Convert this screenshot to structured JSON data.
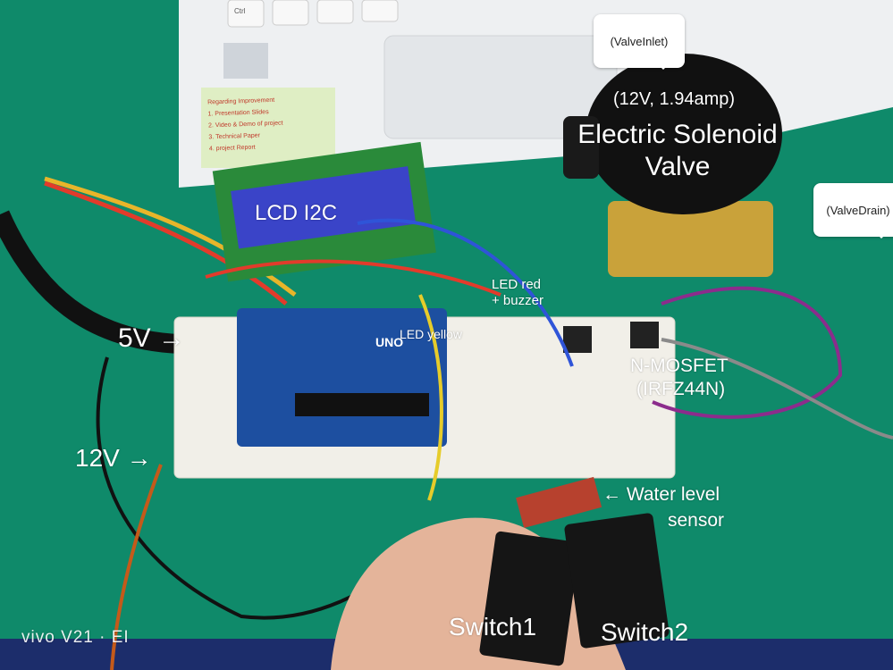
{
  "annotations": {
    "valve_inlet": "(ValveInlet)",
    "valve_rating": "(12V, 1.94amp)",
    "valve_title_line1": "Electric Solenoid",
    "valve_title_line2": "Valve",
    "valve_drain": "(ValveDrain)",
    "lcd": "LCD I2C",
    "five_volt": "5V →",
    "led_red_line1": "LED red",
    "led_red_line2": "+ buzzer",
    "led_yellow": "LED yellow",
    "mosfet_line1": "N-MOSFET",
    "mosfet_line2": "(IRFZ44N)",
    "twelve_volt": "12V →",
    "water_line1": "← Water level",
    "water_line2": "sensor",
    "switch1": "Switch1",
    "switch2": "Switch2"
  },
  "sticky_note": {
    "title": "Regarding Improvement",
    "items": [
      "1. Presentation Slides",
      "2. Video & Demo of project",
      "3. Technical Paper",
      "4. project Report"
    ]
  },
  "board_labels": {
    "arduino": "UNO",
    "keyboard_key": "Ctrl"
  },
  "watermark": "vivo V21 · EI",
  "colors": {
    "mat": "#0f8a6a",
    "laptop": "#eef0f2",
    "breadboard": "#f1efe8",
    "arduino": "#1d4fa0",
    "lcd": "#3a44c8",
    "valve_body": "#111111",
    "valve_brass": "#c9a23a"
  }
}
